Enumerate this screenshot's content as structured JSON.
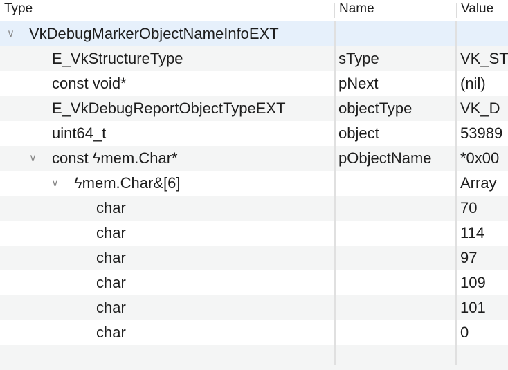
{
  "columns": {
    "type": "Type",
    "name": "Name",
    "value": "Value"
  },
  "rows": [
    {
      "type": "VkDebugMarkerObjectNameInfoEXT",
      "name": "",
      "value": "",
      "level": 0,
      "expanded": true,
      "selected": true
    },
    {
      "type": "E_VkStructureType",
      "name": "sType",
      "value": "VK_ST",
      "level": 1
    },
    {
      "type": "const void*",
      "name": "pNext",
      "value": "(nil)",
      "level": 1
    },
    {
      "type": "E_VkDebugReportObjectTypeEXT",
      "name": "objectType",
      "value": "VK_D",
      "level": 1
    },
    {
      "type": "uint64_t",
      "name": "object",
      "value": "53989",
      "level": 1
    },
    {
      "type": "const ϟmem.Char*",
      "name": "pObjectName",
      "value": "*0x00",
      "level": 1,
      "expanded": true
    },
    {
      "type": "ϟmem.Char&[6]",
      "name": "",
      "value": "Array",
      "level": 2,
      "expanded": true
    },
    {
      "type": "char",
      "name": "",
      "value": "70",
      "level": 3
    },
    {
      "type": "char",
      "name": "",
      "value": "114",
      "level": 3
    },
    {
      "type": "char",
      "name": "",
      "value": "97",
      "level": 3
    },
    {
      "type": "char",
      "name": "",
      "value": "109",
      "level": 3
    },
    {
      "type": "char",
      "name": "",
      "value": "101",
      "level": 3
    },
    {
      "type": "char",
      "name": "",
      "value": "0",
      "level": 3
    }
  ],
  "icons": {
    "expand": "chevron-down-icon"
  }
}
